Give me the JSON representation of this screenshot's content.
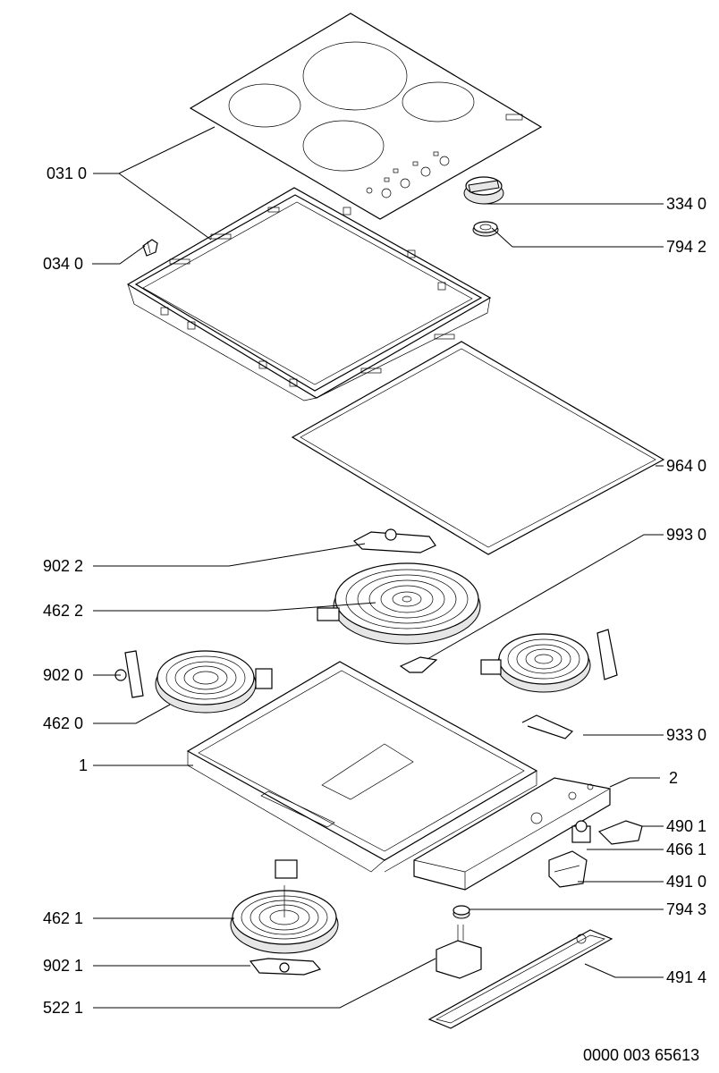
{
  "labels": {
    "l0310": "031 0",
    "l0340": "034 0",
    "l3340": "334 0",
    "l7942": "794 2",
    "l9640": "964 0",
    "l9930": "993 0",
    "l9022": "902 2",
    "l4622": "462 2",
    "l9020": "902 0",
    "l4620": "462 0",
    "l9330": "933 0",
    "l1": "1",
    "l2": "2",
    "l4901": "490 1",
    "l4661": "466 1",
    "l4910": "491 0",
    "l4621": "462 1",
    "l7943": "794 3",
    "l9021": "902 1",
    "l4914": "491 4",
    "l5221": "522 1"
  },
  "footer": {
    "doc_number": "0000 003 65613"
  }
}
